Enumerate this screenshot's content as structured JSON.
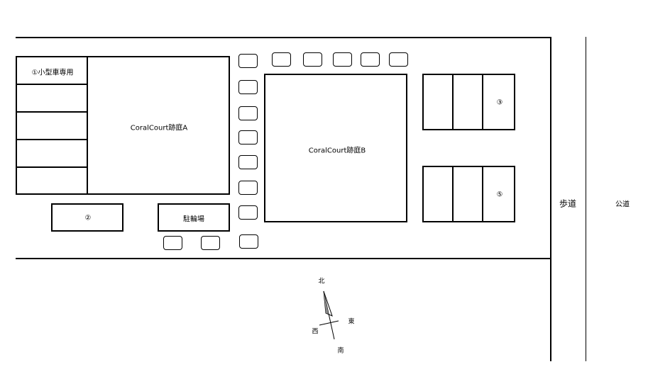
{
  "parking_lot_1": {
    "label": "①小型車専用"
  },
  "parking_lot_2": {
    "label": "②"
  },
  "parking_lot_3": {
    "label": "③"
  },
  "parking_lot_5": {
    "label": "⑤"
  },
  "building_a": {
    "label": "CoralCourt跡庭A"
  },
  "building_b": {
    "label": "CoralCourt跡庭B"
  },
  "bicycle_parking": {
    "label": "駐輪場"
  },
  "sidewalk": {
    "label": "歩道"
  },
  "public_road": {
    "label": "公道"
  },
  "compass": {
    "north": "北",
    "east": "東",
    "west": "西",
    "south": "南"
  }
}
